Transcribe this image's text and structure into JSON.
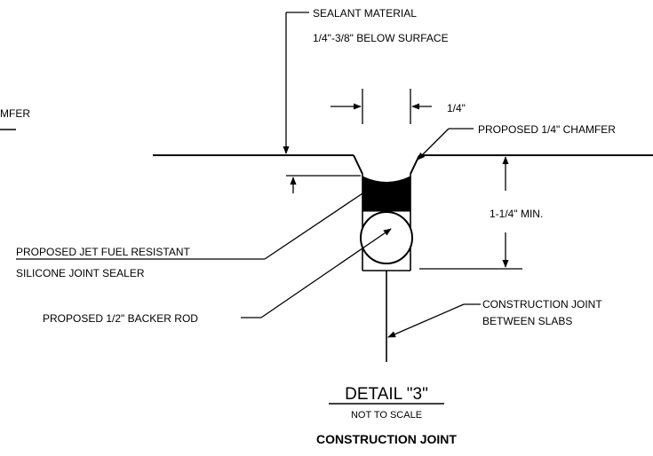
{
  "labels": {
    "sealant_line1": "SEALANT MATERIAL",
    "sealant_line2": "1/4\"-3/8\" BELOW SURFACE",
    "width_dim": "1/4\"",
    "chamfer_right": "PROPOSED 1/4\" CHAMFER",
    "chamfer_left_fragment": "MFER",
    "depth_dim": "1-1/4\" MIN.",
    "sealer_line1": "PROPOSED JET FUEL RESISTANT",
    "sealer_line2": "SILICONE JOINT SEALER",
    "backer_rod": "PROPOSED 1/2\" BACKER ROD",
    "construction_line1": "CONSTRUCTION JOINT",
    "construction_line2": "BETWEEN SLABS"
  },
  "title_block": {
    "detail": "DETAIL \"3\"",
    "scale": "NOT TO SCALE",
    "subject": "CONSTRUCTION JOINT"
  }
}
